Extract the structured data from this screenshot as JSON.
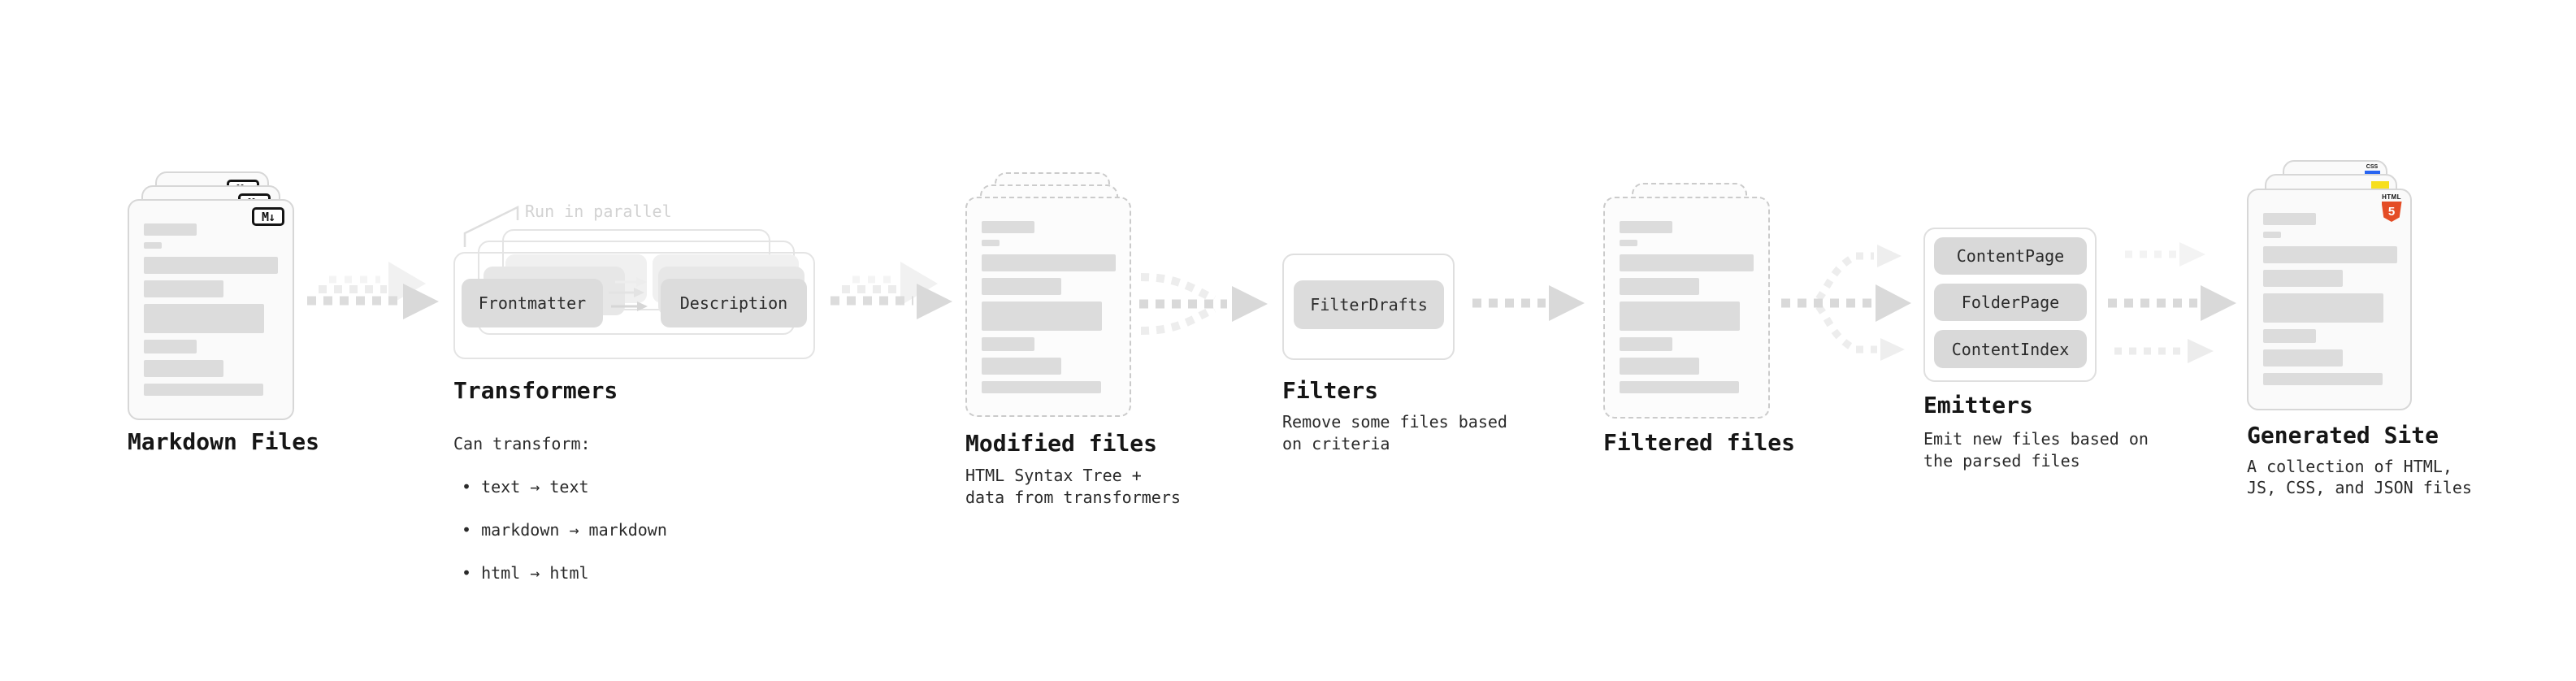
{
  "stages": {
    "markdown": {
      "label": "Markdown Files",
      "badge": "M↓"
    },
    "transformers": {
      "note": "Run in parallel",
      "frontmatter": "Frontmatter",
      "description": "Description",
      "label": "Transformers",
      "caption_title": "Can transform:",
      "bullets": [
        "• text → text",
        "• markdown → markdown",
        "• html → html"
      ]
    },
    "modified": {
      "label": "Modified files",
      "caption": "HTML Syntax Tree +\ndata from transformers"
    },
    "filters": {
      "button": "FilterDrafts",
      "label": "Filters",
      "caption": "Remove some files based\non criteria"
    },
    "filtered": {
      "label": "Filtered files"
    },
    "emitters": {
      "buttons": [
        "ContentPage",
        "FolderPage",
        "ContentIndex"
      ],
      "label": "Emitters",
      "caption": "Emit new files based on\nthe parsed files"
    },
    "generated": {
      "label": "Generated Site",
      "caption": "A collection of HTML,\nJS, CSS, and JSON files",
      "css_badge": "CSS",
      "html_badge_title": "HTML",
      "html_badge_number": "5"
    }
  },
  "colors": {
    "html5_orange": "#e44d26",
    "js_yellow": "#f7df1e",
    "css_blue": "#2965f1"
  }
}
